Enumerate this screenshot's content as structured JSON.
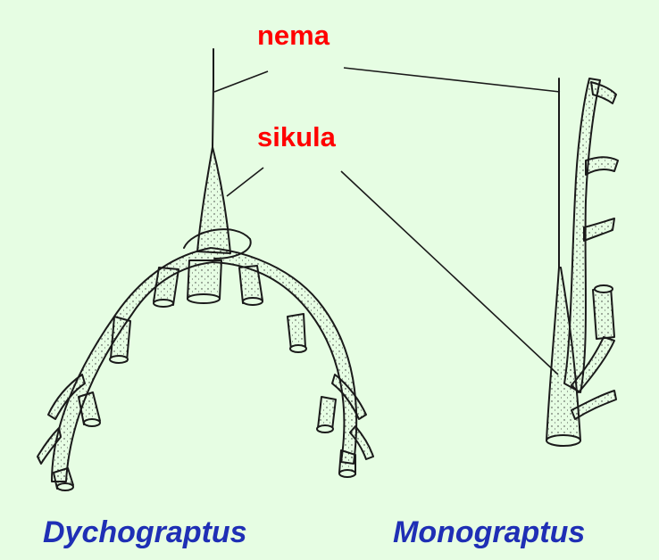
{
  "labels": {
    "nema": "nema",
    "sikula": "sikula"
  },
  "captions": {
    "left": "Dychograptus",
    "right": "Monograptus"
  },
  "colors": {
    "background": "#e6fde3",
    "label_red": "#ff0000",
    "caption_blue": "#1f2fb5",
    "ink": "#1a1a1a"
  }
}
